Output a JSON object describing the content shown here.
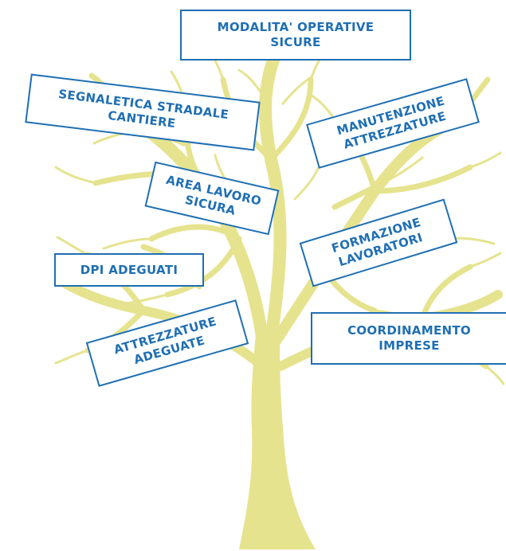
{
  "colors": {
    "tree": "#e6e38f",
    "text": "#1f6fb3",
    "border": "#1f6fb3",
    "background": "#ffffff"
  },
  "labels": {
    "modalita": [
      "MODALITA' OPERATIVE",
      "SICURE"
    ],
    "segnaletica": [
      "SEGNALETICA STRADALE",
      "CANTIERE"
    ],
    "manutenzione": [
      "MANUTENZIONE",
      "ATTREZZATURE"
    ],
    "area_lavoro": [
      "AREA LAVORO",
      "SICURA"
    ],
    "formazione": [
      "FORMAZIONE",
      "LAVORATORI"
    ],
    "dpi": [
      "DPI ADEGUATI"
    ],
    "attrezzature": [
      "ATTREZZATURE",
      "ADEGUATE"
    ],
    "coordinamento": [
      "COORDINAMENTO",
      "IMPRESE"
    ]
  }
}
